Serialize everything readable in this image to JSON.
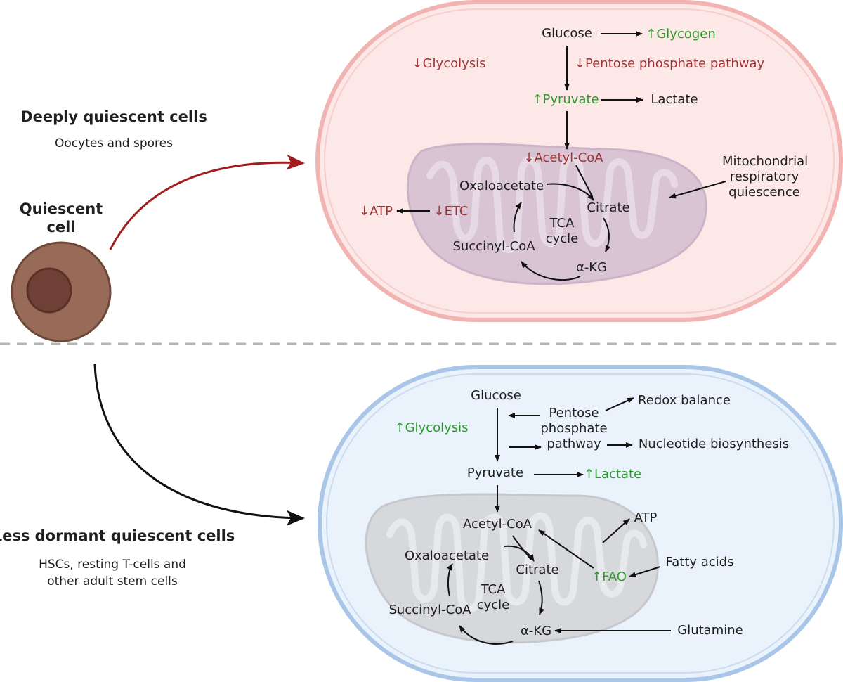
{
  "left": {
    "quiescent_cell": "Quiescent cell",
    "deep_title": "Deeply quiescent cells",
    "deep_sub": "Oocytes and spores",
    "less_title": "Less dormant quiescent cells",
    "less_sub": "HSCs, resting T-cells and other adult stem cells"
  },
  "top": {
    "glucose": "Glucose",
    "glycogen": "Glycogen",
    "glycolysis": "Glycolysis",
    "ppp": "Pentose phosphate pathway",
    "pyruvate": "Pyruvate",
    "lactate": "Lactate",
    "acetyl_coa": "Acetyl-CoA",
    "mito_label": "Mitochondrial respiratory quiescence",
    "oxaloacetate": "Oxaloacetate",
    "citrate": "Citrate",
    "atp": "ATP",
    "etc": "ETC",
    "tca": "TCA cycle",
    "succinyl": "Succinyl-CoA",
    "akg": "α-KG"
  },
  "bottom": {
    "glucose": "Glucose",
    "ppp": "Pentose phosphate pathway",
    "redox": "Redox balance",
    "glycolysis": "Glycolysis",
    "nucleotide": "Nucleotide biosynthesis",
    "pyruvate": "Pyruvate",
    "lactate": "Lactate",
    "atp": "ATP",
    "acetyl_coa": "Acetyl-CoA",
    "fatty_acids": "Fatty acids",
    "oxaloacetate": "Oxaloacetate",
    "citrate": "Citrate",
    "fao": "FAO",
    "tca": "TCA cycle",
    "succinyl": "Succinyl-CoA",
    "akg": "α-KG",
    "glutamine": "Glutamine"
  },
  "symbols": {
    "up": "↑",
    "down": "↓"
  },
  "colors": {
    "top_cell_fill": "#fde8e8",
    "top_cell_border": "#f2b3b3",
    "bottom_cell_fill": "#eaf3fb",
    "bottom_cell_border": "#a9c6e8",
    "mito_top": "#d9c4d4",
    "mito_bottom": "#d6d8dc",
    "increase": "#2d9a2d",
    "decrease": "#a23232",
    "deep_arrow": "#a11c1c"
  }
}
